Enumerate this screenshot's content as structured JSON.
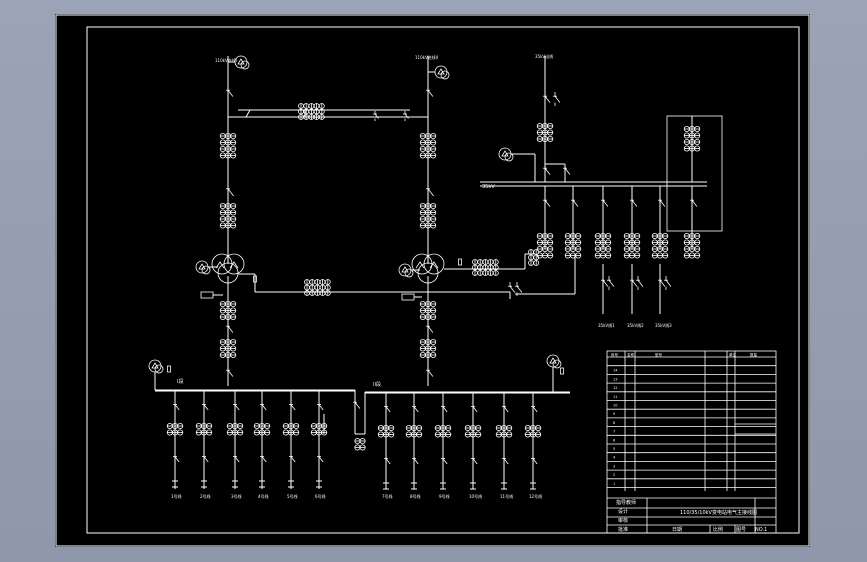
{
  "colors": {
    "background": "#000000",
    "line": "#ffffff",
    "frame": "#ffffff",
    "page": "#949eb0"
  },
  "title_block": {
    "drawing_title": "110/35/10kV变电站电气主接线图",
    "sheet_label": "图号",
    "sheet_number": "NO.1",
    "scale_label": "比例",
    "design_label": "设计",
    "check_label": "审核",
    "approve_label": "批准",
    "date_label": "日期",
    "school_label": "指导教师"
  },
  "buses": {
    "bus_35kv": "35kV",
    "bus_10kv_1": "I段",
    "bus_10kv_2": "II段"
  },
  "top_feeds": [
    "110kV进线I",
    "110kV进线II",
    "35kV出线"
  ],
  "feeders_left": [
    "1号线",
    "2号线",
    "3号线",
    "4号线",
    "5号线",
    "6号线"
  ],
  "feeders_right": [
    "7号线",
    "8号线",
    "9号线",
    "10号线",
    "11号线",
    "12号线"
  ],
  "feeders_35kv": [
    "35kV线1",
    "35kV线2",
    "35kV线3"
  ],
  "equipment_table_header": [
    "序号",
    "名称",
    "型号",
    "单位",
    "数量"
  ],
  "equipment_rows": 14
}
